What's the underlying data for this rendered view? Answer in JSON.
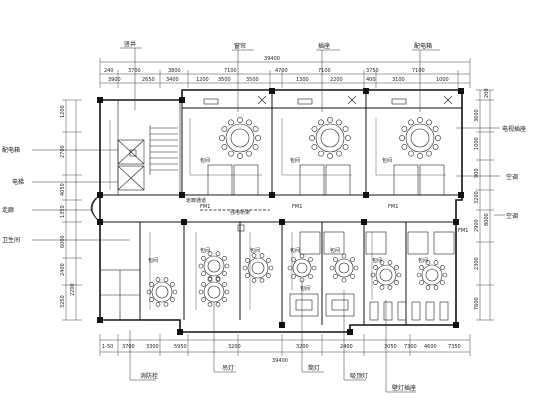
{
  "callouts": {
    "top_left": "竖井",
    "top_c1": "窗帘",
    "top_c2": "插座",
    "top_c3": "配电箱",
    "right_top": "电视插座",
    "right_mid": "空调",
    "right_side": "空调",
    "left_1": "配电箱",
    "left_2": "电梯",
    "left_3": "走廊",
    "left_4": "卫生间",
    "bottom_1": "消防栓",
    "bottom_2": "吊灯",
    "bottom_3": "筒灯",
    "bottom_4": "吸顶灯",
    "bottom_5": "壁灯插座"
  },
  "dimensions": {
    "top_total": "39400",
    "top_segments": [
      "240",
      "3700",
      "3800",
      "7100",
      "4700",
      "7100",
      "3750",
      "7100"
    ],
    "top_sub": [
      "3900",
      "2650",
      "3400",
      "1200",
      "3500",
      "3500",
      "1300",
      "2200",
      "400",
      "3100",
      "1000"
    ],
    "left": [
      "1200",
      "2700",
      "4050",
      "1350",
      "6000",
      "2400",
      "3250",
      "2200"
    ],
    "right": [
      "200",
      "3600",
      "1000",
      "900",
      "3200",
      "2900",
      "8000",
      "2300",
      "7600"
    ],
    "bottom_total": "39400",
    "bottom_sub": [
      "3700",
      "3300",
      "5950",
      "3200",
      "3200",
      "2400",
      "3050",
      "7300",
      "4600"
    ],
    "bottom_left": "1-50",
    "bottom_right": "7350"
  },
  "room_labels": {
    "cor_label": "走廊通道",
    "fm_1": "FM1",
    "fm_2": "FM1",
    "fm_3": "FM1",
    "fm_4": "FM1",
    "room_1": "包间",
    "room_2": "包间",
    "room_3": "包间",
    "room_4": "包间",
    "room_5": "包间",
    "room_6": "包间",
    "room_7": "包间",
    "room_8": "包间",
    "room_9": "包间",
    "room_10": "包间",
    "room_11": "包间",
    "cbl": "强电桥架"
  }
}
